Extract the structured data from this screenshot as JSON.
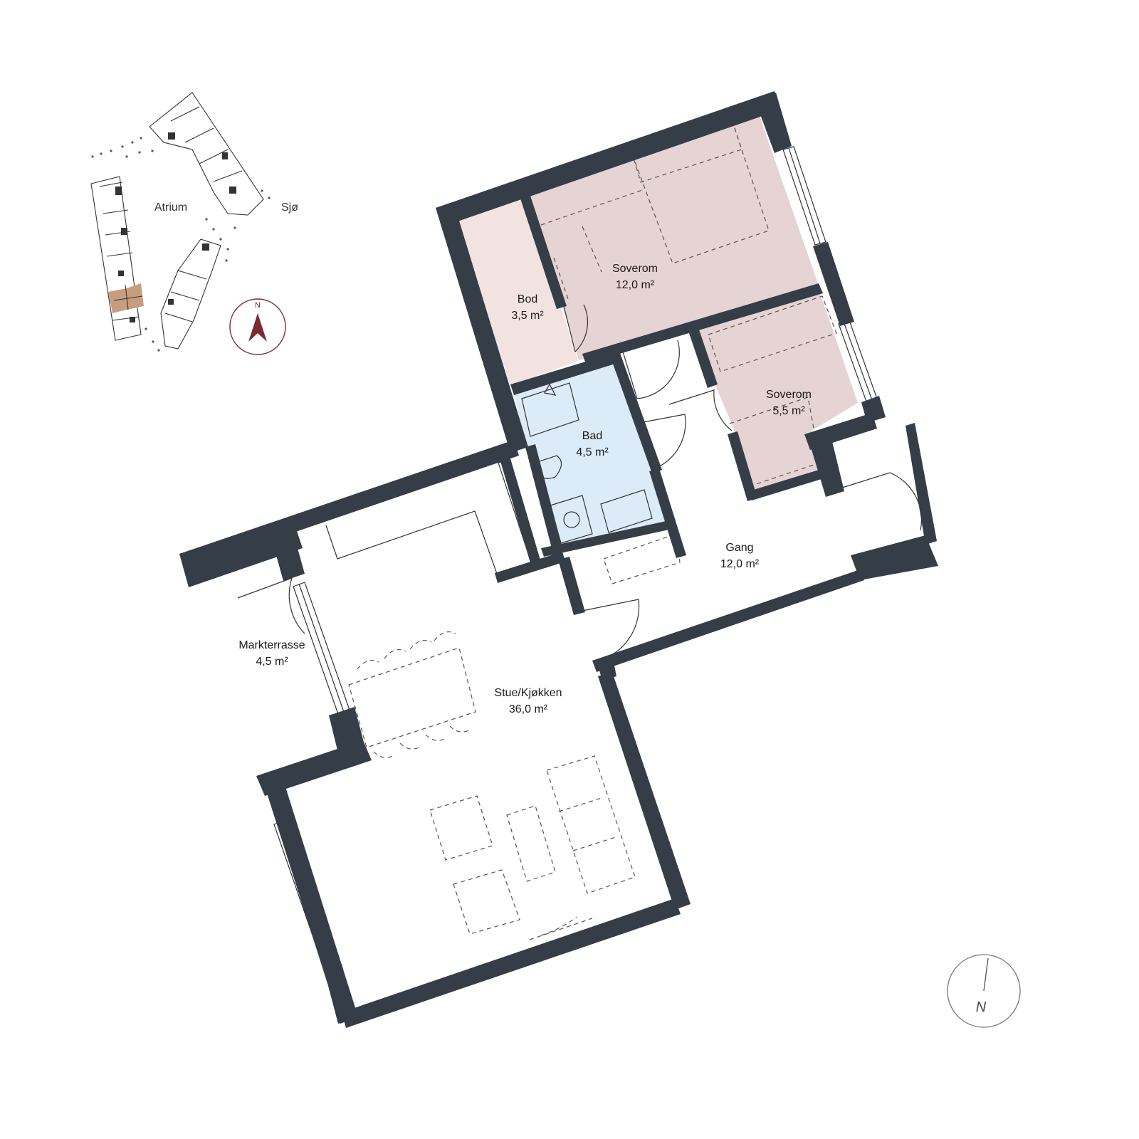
{
  "colors": {
    "wall": "#353d47",
    "bedroom_fill": "#e6d3d3",
    "storage_fill": "#f2e3e1",
    "bath_fill": "#dcebf8",
    "compass_accent": "#7b2a2e",
    "unit_highlight": "#c79e7d"
  },
  "key_plan": {
    "labels": {
      "atrium": "Atrium",
      "sea": "Sjø"
    },
    "compass_letter": "N"
  },
  "rooms": [
    {
      "id": "soverom-main",
      "name": "Soverom",
      "area": "12,0 m²"
    },
    {
      "id": "bod",
      "name": "Bod",
      "area": "3,5 m²"
    },
    {
      "id": "bad",
      "name": "Bad",
      "area": "4,5 m²"
    },
    {
      "id": "soverom-small",
      "name": "Soverom",
      "area": "5,5 m²"
    },
    {
      "id": "gang",
      "name": "Gang",
      "area": "12,0 m²"
    },
    {
      "id": "markterrasse",
      "name": "Markterrasse",
      "area": "4,5 m²"
    },
    {
      "id": "stue",
      "name": "Stue/Kjøkken",
      "area": "36,0 m²"
    }
  ],
  "north_arrow": {
    "letter": "N"
  }
}
